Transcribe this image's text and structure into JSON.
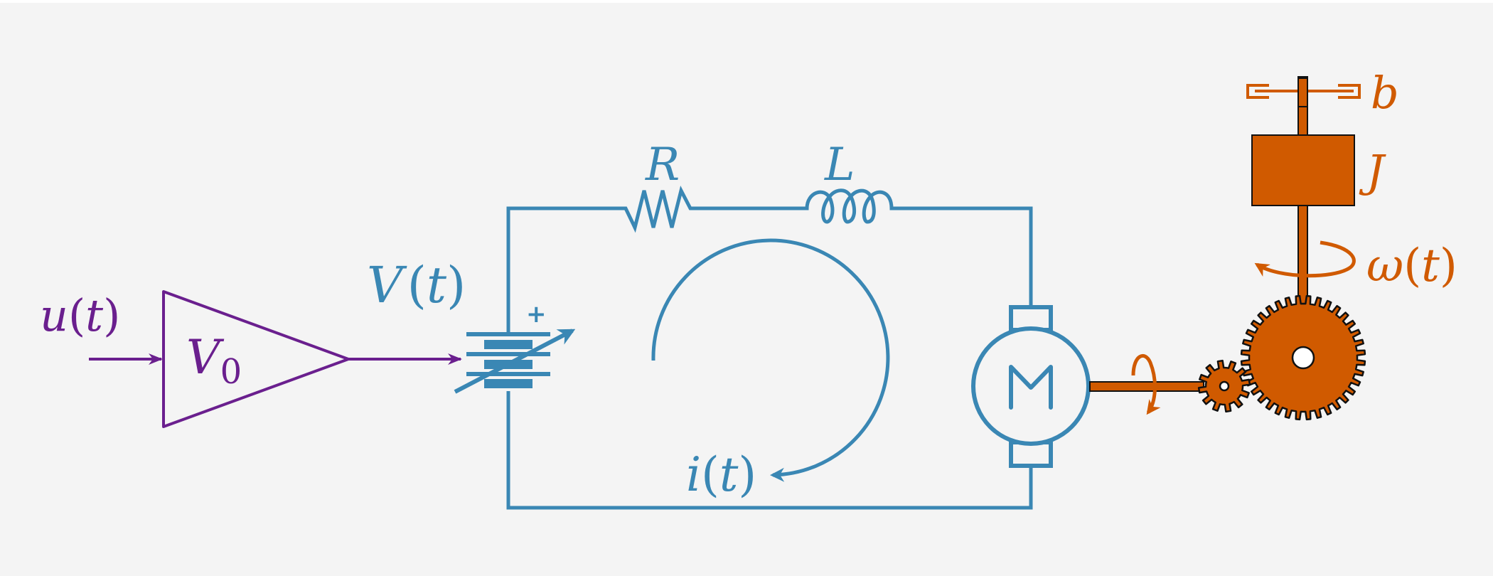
{
  "colors": {
    "background": "#f4f4f4",
    "input": "#6a1f8e",
    "circuit": "#3a87b4",
    "mechanical": "#d05a00",
    "outline": "#111111"
  },
  "labels": {
    "input_signal": {
      "var": "u",
      "arg": "t"
    },
    "amplifier_gain": {
      "var": "V",
      "sub": "0"
    },
    "source_voltage": {
      "var": "V",
      "arg": "t"
    },
    "resistor": "R",
    "inductor": "L",
    "current": {
      "var": "i",
      "arg": "t"
    },
    "motor": "M",
    "battery_polarity": "+",
    "damping": "b",
    "inertia": "J",
    "angular_velocity": {
      "var": "ω",
      "arg": "t"
    }
  },
  "components": [
    {
      "id": "amplifier",
      "type": "gain-block"
    },
    {
      "id": "variable-voltage-source",
      "type": "variable-battery"
    },
    {
      "id": "resistor",
      "type": "resistor"
    },
    {
      "id": "inductor",
      "type": "inductor"
    },
    {
      "id": "dc-motor",
      "type": "motor"
    },
    {
      "id": "pinion-gear",
      "type": "gear",
      "teeth": 12
    },
    {
      "id": "spur-gear",
      "type": "gear",
      "teeth": 36
    },
    {
      "id": "inertia-load",
      "type": "mass"
    },
    {
      "id": "rotary-damper",
      "type": "damper"
    }
  ]
}
